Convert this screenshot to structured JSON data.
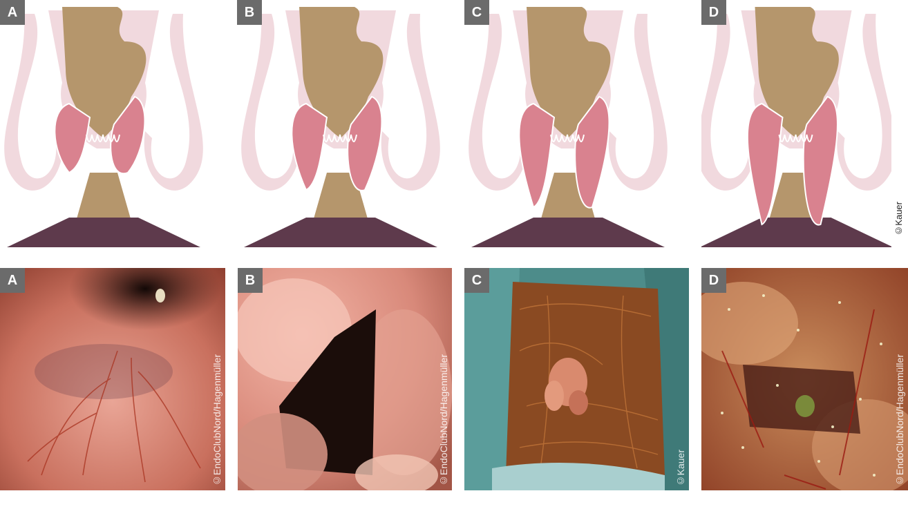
{
  "diagram_row": {
    "panels": [
      {
        "label": "A"
      },
      {
        "label": "B"
      },
      {
        "label": "C"
      },
      {
        "label": "D"
      }
    ],
    "credit": "©Kauer"
  },
  "photo_row": {
    "panels": [
      {
        "label": "A",
        "credit": "©EndoClubNord/Hagenmüller"
      },
      {
        "label": "B",
        "credit": "©EndoClubNord/Hagenmüller"
      },
      {
        "label": "C",
        "credit": "©Kauer"
      },
      {
        "label": "D",
        "credit": "©EndoClubNord/Hagenmüller"
      }
    ]
  },
  "colors": {
    "badge": "#6b6b6b",
    "lumen": "#b5966c",
    "mucosa": "#f1d9de",
    "hemorrhoid": "#d9828f",
    "skin": "#5e3a4c"
  }
}
